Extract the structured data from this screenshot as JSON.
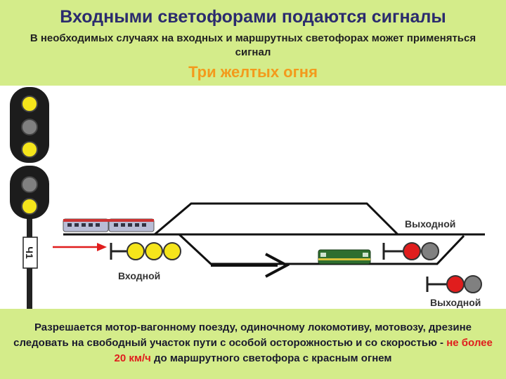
{
  "title": "Входными светофорами подаются сигналы",
  "subtitle": "В необходимых случаях на входных и маршрутных светофорах может применяться сигнал",
  "signal_name": "Три желтых огня",
  "diagram": {
    "mast_label": "Ч1",
    "label_entry": "Входной",
    "label_exit_upper": "Выходной",
    "label_exit_lower": "Выходной"
  },
  "footer": {
    "text_before": "Разрешается мотор-вагонному поезду, одиночному локомотиву, мотовозу, дрезине следовать на свободный участок пути с особой осторожностью и со скоростью - ",
    "speed_limit": "не более 20 км/ч",
    "text_after": " до маршрутного светофора с красным огнем"
  },
  "colors": {
    "header_bg": "#d4ec8a",
    "title": "#2b2b6e",
    "signal_name": "#f39a1c",
    "yellow_light": "#f5e51b",
    "red_light": "#e01d1d",
    "dark_light": "#808080",
    "speed_limit": "#e01d1d"
  }
}
